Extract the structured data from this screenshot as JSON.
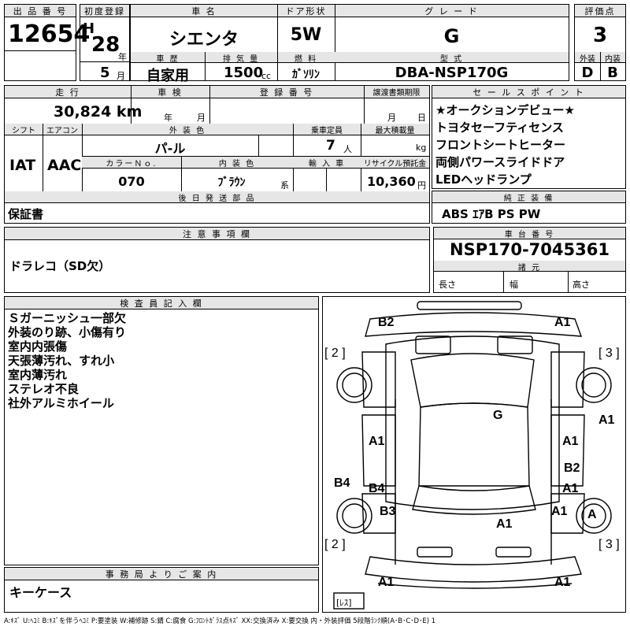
{
  "top": {
    "lot_label": "出 品 番 号",
    "lot_number": "12654",
    "first_reg_label": "初度登録",
    "era": "H",
    "year": "28",
    "year_unit": "年",
    "month": "5",
    "month_unit": "月",
    "car_name_label": "車 名",
    "car_name": "シエンタ",
    "door_label": "ドア形状",
    "door": "5W",
    "grade_label": "グ レ ー ド",
    "grade": "G",
    "score_label": "評価点",
    "score": "3",
    "history_label": "車 歴",
    "history": "自家用",
    "displacement_label": "排 気 量",
    "displacement": "1500",
    "displacement_unit": "cc",
    "fuel_label": "燃 料",
    "fuel": "ｶﾞｿﾘﾝ",
    "model_label": "型 式",
    "model": "DBA-NSP170G",
    "exterior_label": "外装",
    "exterior": "D",
    "interior_label": "内装",
    "interior": "B"
  },
  "row2": {
    "mileage_label": "走 行",
    "mileage": "30,824 km",
    "inspection_label": "車 検",
    "insp_year_unit": "年",
    "insp_month_unit": "月",
    "reg_number_label": "登 録 番 号",
    "transfer_label": "譲渡書類期限",
    "transfer_month_unit": "月",
    "transfer_day_unit": "日"
  },
  "row3": {
    "shift_label": "シフト",
    "shift": "IAT",
    "ac_label": "エアコン",
    "ac": "AAC",
    "exterior_color_label": "外 装 色",
    "exterior_color": "パ-ル",
    "capacity_label": "乗車定員",
    "capacity": "7",
    "capacity_unit": "人",
    "max_load_label": "最大積載量",
    "max_load_unit": "kg",
    "color_no_label": "カラーＮｏ.",
    "color_no": "070",
    "interior_color_label": "内 装 色",
    "interior_color": "ﾌﾞﾗｳﾝ",
    "interior_color_suffix": "系",
    "import_label": "輸 入 車",
    "recycle_label": "リサイクル預託金",
    "recycle": "10,360",
    "recycle_unit": "円"
  },
  "later_parts": {
    "label": "後 日 発 送 部 品",
    "value": "保証書"
  },
  "sales_points": {
    "label": "セ ー ル ス ポ イ ン ト",
    "items": [
      "★オークションデビュー★",
      "トヨタセーフティセンス",
      "フロントシートヒーター",
      "両側パワースライドドア",
      "LEDヘッドランプ"
    ]
  },
  "equipment": {
    "label": "純 正 装 備",
    "value": "ABS ｴｱB PS PW"
  },
  "caution": {
    "label": "注 意 事 項 欄",
    "value": "ドラレコ（SD欠）"
  },
  "chassis": {
    "label": "車 台 番 号",
    "value": "NSP170-7045361",
    "dims_label": "諸 元",
    "length": "長さ",
    "width": "幅",
    "height": "高さ"
  },
  "inspector": {
    "label": "検 査 員 記 入 欄",
    "notes": [
      "Ｓガーニッシュ一部欠",
      "外装のり跡、小傷有り",
      "室内内張傷",
      "天張薄汚れ、すれ小",
      "室内薄汚れ",
      "ステレオ不良",
      "社外アルミホイール"
    ]
  },
  "office": {
    "label": "事 務 局 よ り ご 案 内",
    "value": "キーケース"
  },
  "diagram": {
    "marks": {
      "b2_front": "B2",
      "a1_front": "A1",
      "g_glass": "G",
      "a1_right_fender": "A1",
      "a1_left_door": "A1",
      "a1_right_door": "A1",
      "b2_right": "B2",
      "b4_left_door": "B4",
      "a1_right_rear_door": "A1",
      "b4_left": "B4",
      "b3_left": "B3",
      "a1_right_qtr": "A1",
      "a1_roof": "A1",
      "a_wheel": "A",
      "a1_rear_left": "A1",
      "a1_rear_right": "A1"
    },
    "tire_fl": "[ 2 ]",
    "tire_fr": "[ 3 ]",
    "tire_rl": "[ 2 ]",
    "tire_rr": "[ 3 ]",
    "spare": "[ﾚｽ]"
  },
  "legend": "A:ｷｽﾞ U:ﾍｺﾐ B:ｷｽﾞを伴うﾍｺﾐ P:要塗装 W:補修跡 S:錆 C:腐食 G:ﾌﾛﾝﾄｶﾞﾗｽ点ｷｽﾞ XX:交換済み X:要交換 内・外装評価 5段階ﾗﾝｸ順(A･B･C･D･E) 1"
}
